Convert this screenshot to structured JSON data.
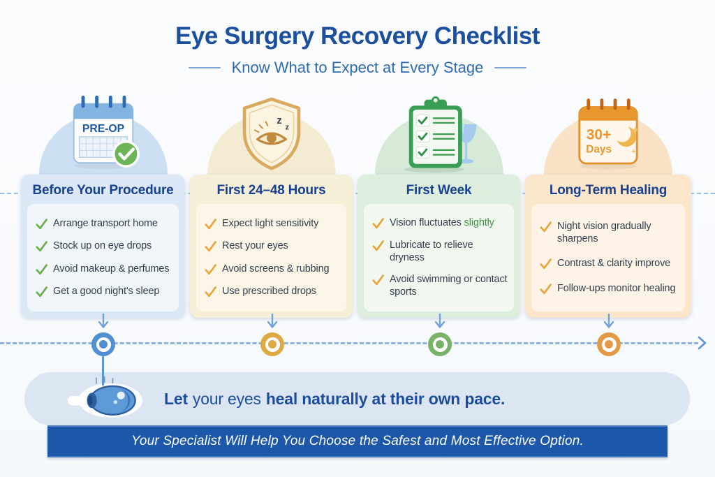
{
  "header": {
    "title": "Eye Surgery Recovery Checklist",
    "subtitle": "Know What to Expect at Every Stage",
    "title_color": "#1d4f9f",
    "subtitle_color": "#2e6bb0"
  },
  "stages": [
    {
      "title": "Before Your Procedure",
      "icon": "preop-calendar-icon",
      "icon_label": "PRE-OP",
      "check_color": "#6aae4d",
      "card_bg": "#dce8f5",
      "panel_bg": "#f1f6fb",
      "dome_bg": "#cddff2",
      "marker_color": "#4f8fd2",
      "items": [
        {
          "text": "Arrange transport home"
        },
        {
          "text": "Stock up on eye drops"
        },
        {
          "text": "Avoid makeup & perfumes"
        },
        {
          "text": "Get a good night's sleep"
        }
      ]
    },
    {
      "title": "First 24–48 Hours",
      "icon": "sleep-shield-icon",
      "sleep_letter": "z",
      "check_color": "#e8a53c",
      "card_bg": "#f6efd8",
      "panel_bg": "#fbf6e8",
      "dome_bg": "#f4ebd3",
      "marker_color": "#ddab42",
      "items": [
        {
          "text": "Expect light sensitivity"
        },
        {
          "text": "Rest your eyes"
        },
        {
          "text": "Avoid screens & rubbing"
        },
        {
          "text": "Use prescribed drops"
        }
      ]
    },
    {
      "title": "First Week",
      "icon": "checklist-clipboard-icon",
      "check_color": "#e8a53c",
      "card_bg": "#ddedde",
      "panel_bg": "#f2f8f0",
      "dome_bg": "#d7e9d7",
      "marker_color": "#79b269",
      "items": [
        {
          "text": "Vision fluctuates ",
          "highlight": "slightly",
          "highlight_color": "#3f9143"
        },
        {
          "text": "Lubricate to relieve dryness"
        },
        {
          "text": "Avoid swimming or contact sports"
        }
      ]
    },
    {
      "title": "Long-Term Healing",
      "icon": "long-term-calendar-icon",
      "icon_label_line1": "30+",
      "icon_label_line2": "Days",
      "check_color": "#e8a53c",
      "card_bg": "#fbe5cb",
      "panel_bg": "#fdf4e7",
      "dome_bg": "#f9e2c6",
      "marker_color": "#e29a47",
      "items": [
        {
          "text": "Night vision gradually sharpens"
        },
        {
          "text": "Contrast & clarity improve"
        },
        {
          "text": "Follow-ups monitor healing"
        }
      ]
    }
  ],
  "timeline": {
    "dash_color": "#8ab2dc",
    "arrow_color": "#5d95cf",
    "connector_arrow_color": "#6fa3d8",
    "header_dash_color": "#9cc0e4"
  },
  "banner": {
    "parts": [
      {
        "text": "Let",
        "bold": true
      },
      {
        "text": "your eyes",
        "bold": false
      },
      {
        "text": "heal naturally at their own pace.",
        "bold": true
      }
    ],
    "bg": "#dbe6f2",
    "text_color": "#1c4d9d",
    "icon": "eye-cross-section-illustration"
  },
  "footer": {
    "text": "Your Specialist Will Help You Choose the Safest and Most Effective Option.",
    "bg": "#1c57a9",
    "text_color": "#ffffff"
  }
}
